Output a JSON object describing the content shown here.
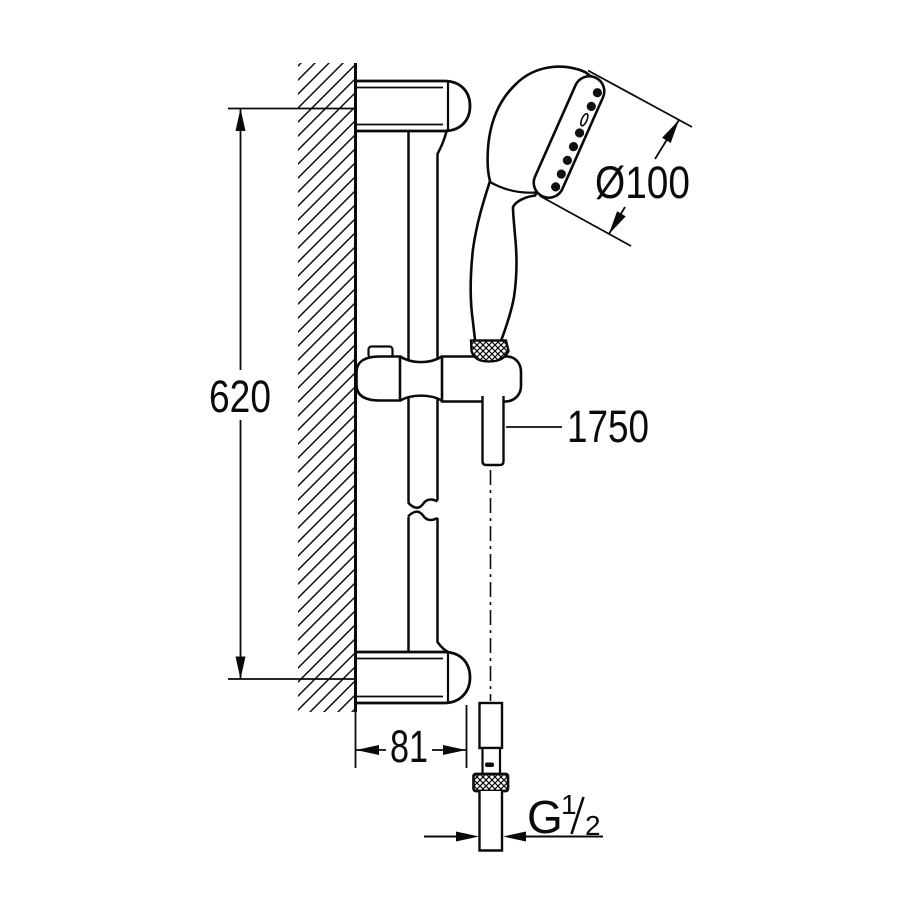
{
  "drawing": {
    "kind": "technical-dimension-drawing",
    "subject": "shower rail set with hand shower, wall brackets and hose",
    "line_color": "#0a0a0a",
    "background": "#ffffff"
  },
  "labels": {
    "rail_length": "620",
    "bracket_depth": "81",
    "hose_length": "1750",
    "head_diameter": "Ø100",
    "thread_g": "G",
    "thread_numerator": "1",
    "thread_denominator": "2"
  }
}
